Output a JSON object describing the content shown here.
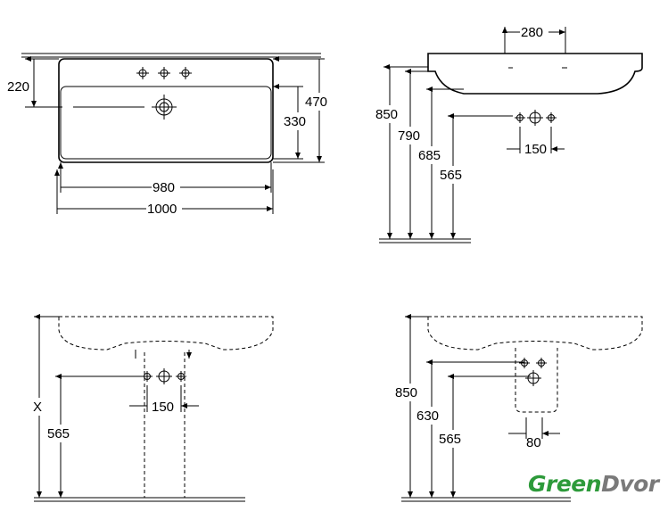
{
  "top_view": {
    "d220": "220",
    "d330": "330",
    "d470": "470",
    "d980": "980",
    "d1000": "1000"
  },
  "side_view": {
    "d280": "280",
    "d850": "850",
    "d790": "790",
    "d685": "685",
    "d565": "565",
    "d150": "150"
  },
  "pedestal_view": {
    "dX": "X",
    "d565": "565",
    "d150": "150"
  },
  "semi_pedestal_view": {
    "d850": "850",
    "d630": "630",
    "d565": "565",
    "d80": "80"
  },
  "logo": {
    "green": "Green",
    "grey": "Dvor",
    "green_color": "#2d9a3a",
    "grey_color": "#7a7a7a"
  }
}
